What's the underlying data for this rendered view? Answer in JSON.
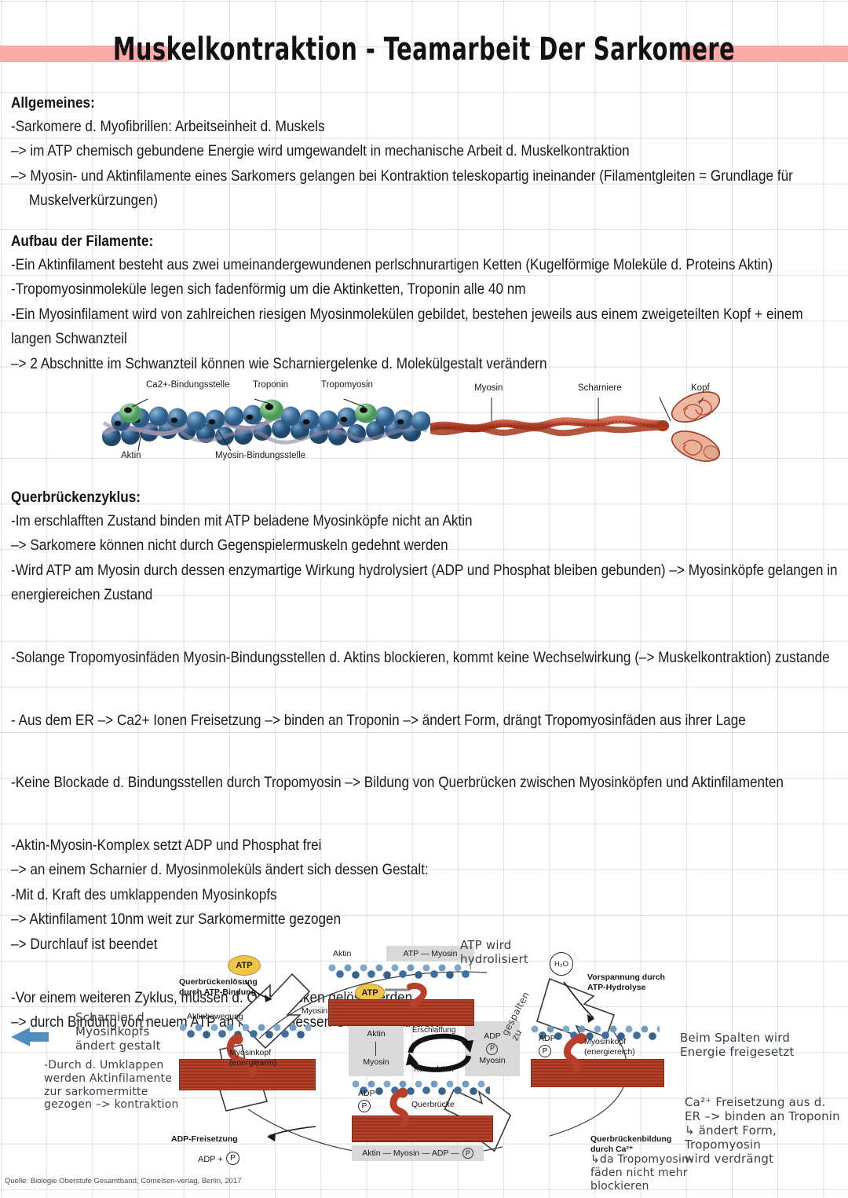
{
  "header": {
    "title": "Muskelkontraktion - Teamarbeit Der Sarkomere",
    "highlight_color": "#fbaaa8"
  },
  "sections": [
    {
      "heading": "Allgemeines:",
      "lines": [
        "-Sarkomere d. Myofibrillen: Arbeitseinheit d. Muskels",
        "–> im ATP chemisch gebundene Energie wird umgewandelt in mechanische Arbeit d. Muskelkontraktion",
        "–> Myosin- und Aktinfilamente eines Sarkomers gelangen bei Kontraktion teleskopartig ineinander (Filamentgleiten = Grundlage für",
        "Muskelverkürzungen)"
      ]
    },
    {
      "heading": "Aufbau der Filamente:",
      "lines": [
        "-Ein Aktinfilament besteht aus zwei umeinandergewundenen perlschnurartigen Ketten (Kugelförmige Moleküle d. Proteins Aktin)",
        "-Tropomyosinmoleküle legen sich fadenförmig um die Aktinketten, Troponin alle 40 nm",
        "-Ein Myosinfilament wird von zahlreichen riesigen Myosinmolekülen gebildet, bestehen jeweils aus einem zweigeteilten Kopf + einem",
        "langen Schwanzteil",
        "–> 2 Abschnitte im Schwanzteil können wie Scharniergelenke d. Molekülgestalt verändern"
      ]
    },
    {
      "heading": "Querbrückenzyklus:",
      "lines": [
        "-Im erschlafften Zustand binden mit ATP beladene Myosinköpfe nicht an Aktin",
        "–> Sarkomere können nicht durch Gegenspielermuskeln gedehnt werden",
        "-Wird ATP am Myosin durch dessen enzymartige Wirkung hydrolysiert (ADP und Phosphat bleiben gebunden) –> Myosinköpfe gelangen in",
        " energiereichen Zustand"
      ]
    }
  ],
  "paragraphs": [
    "-Solange Tropomyosinfäden Myosin-Bindungsstellen d. Aktins blockieren, kommt keine Wechselwirkung (–> Muskelkontraktion) zustande",
    "- Aus dem ER –> Ca2+ Ionen Freisetzung –> binden an Troponin –> ändert Form, drängt Tropomyosinfäden aus ihrer Lage",
    "-Keine Blockade d. Bindungsstellen durch Tropomyosin –> Bildung von Querbrücken zwischen Myosinköpfen und Aktinfilamenten"
  ],
  "block_final": [
    "-Aktin-Myosin-Komplex setzt ADP und Phosphat frei",
    "–> an einem Scharnier d. Myosinmoleküls ändert sich dessen Gestalt:",
    "-Mit d. Kraft des umklappenden Myosinkopfs",
    "–> Aktinfilament 10nm weit zur Sarkomermitte gezogen",
    "–> Durchlauf ist beendet"
  ],
  "block_cycle_intro": [
    "-Vor einem weiteren Zyklus, müssen d. Querbrücken gelöst werden",
    "–> durch Bindung von neuem ATP an Myosin, dessen Gestalt verändert"
  ],
  "figure_filament": {
    "actin": {
      "labels": {
        "ca_binding": "Ca2+-Bindungsstelle",
        "troponin": "Troponin",
        "tropomyosin": "Tropomyosin",
        "aktin": "Aktin",
        "myosin_binding": "Myosin-Bindungsstelle"
      },
      "colors": {
        "actin_bead": "#3f6f9e",
        "troponin_bead": "#7dc48a",
        "tropomyosin_strand": "#9a93ad"
      }
    },
    "myosin": {
      "labels": {
        "myosin": "Myosin",
        "scharniere": "Scharniere",
        "kopf": "Kopf"
      },
      "colors": {
        "tail": "#b8432d",
        "head": "#e8a893"
      }
    }
  },
  "cycle_diagram": {
    "labels": {
      "querbrueckenloesung": "Querbrückenlösung\ndurch ATP-Bindung",
      "aktinbewegung": "Aktinbewegung",
      "myosinkopf_energiearm": "Myosinkopf\n(energiearm)",
      "aktin": "Aktin",
      "myosin": "Myosin",
      "atp_myosin": "ATP — Myosin",
      "vorspannung": "Vorspannung durch\nATP-Hydrolyse",
      "myosinkopf_energiereich": "Myosinkopf\n(energiereich)",
      "querbrueckenbildung": "Querbrückenbildung\ndurch Ca²⁺",
      "querbruecke": "Querbrücke",
      "aktin_myosin_adp_p": "Aktin — Myosin — ADP —",
      "adp_freisetzung": "ADP-Freisetzung",
      "adp_plus_p": "ADP +",
      "atp": "ATP",
      "adp": "ADP",
      "h2o": "H₂O",
      "p": "P"
    },
    "center_box": {
      "left_top": "Aktin",
      "left_bottom": "Myosin",
      "right_top": "ADP",
      "right_mid": "P",
      "right_bottom": "Myosin",
      "arrow_top": "Erschlaffung",
      "arrow_bottom": "Kontraktion"
    }
  },
  "handwriting": {
    "scharnier": "Scharnier d.\nMyosinkopfs\nändert gestalt",
    "umklappen": "-Durch d. Umklappen\n werden Aktinfilamente\n zur sarkomermitte\n gezogen –> kontraktion",
    "atp_hydrolisiert": "ATP wird\nhydrolisiert",
    "gespalten": "gespalten\nzu",
    "beim_spalten": "Beim Spalten wird\nEnergie freigesetzt",
    "ca_freisetzung": "Ca²⁺ Freisetzung aus d.\nER –> binden an Troponin\n ↳ ändert Form, Tropomyosin\n    wird verdrängt",
    "tropomyosin_block": "↳da Tropomyosin-\n  fäden nicht mehr\n  blockieren"
  },
  "source": "Quelle: Biologie Oberstufe Gesamtband, Cornelsen-verlag, Berlin, 2017"
}
